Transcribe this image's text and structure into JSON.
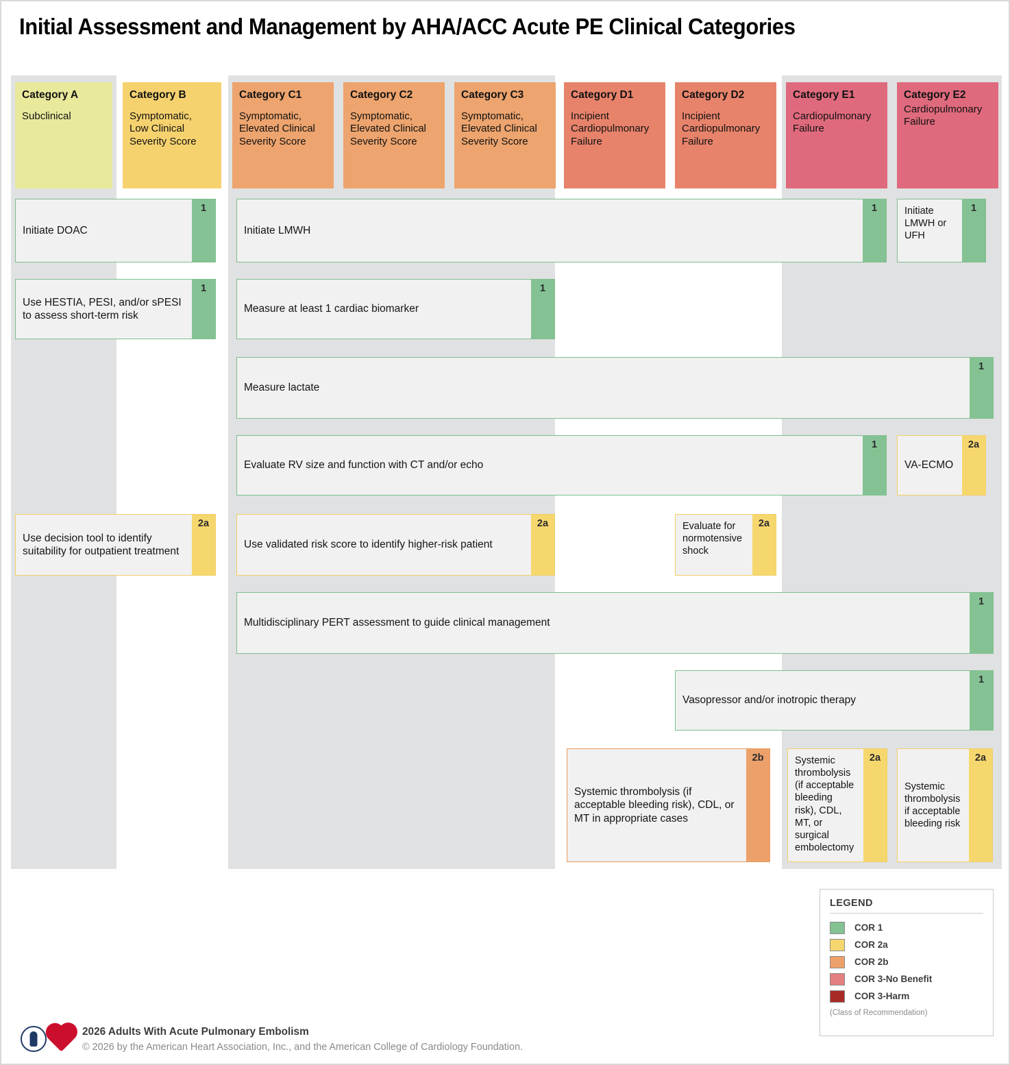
{
  "title": "Initial Assessment and Management by AHA/ACC Acute PE Clinical Categories",
  "colors": {
    "cat_a": "#e9e99c",
    "cat_b": "#f6d26f",
    "cat_c": "#eda46e",
    "cat_d": "#e8836b",
    "cat_e": "#e06a7d",
    "band": "#e0e1e2",
    "cor1": "#84c293",
    "cor2a": "#f6d76e",
    "cor2b": "#eda16a",
    "cor3_no_benefit": "#e48080",
    "cor3_harm": "#a82a26"
  },
  "categories": [
    {
      "id": "a",
      "title": "Category A",
      "desc": "Subclinical"
    },
    {
      "id": "b",
      "title": "Category B",
      "desc": "Symptomatic,\nLow Clinical\nSeverity Score"
    },
    {
      "id": "c1",
      "title": "Category C1",
      "desc": "Symptomatic,\nElevated Clinical\nSeverity Score"
    },
    {
      "id": "c2",
      "title": "Category C2",
      "desc": "Symptomatic,\nElevated Clinical\nSeverity Score"
    },
    {
      "id": "c3",
      "title": "Category C3",
      "desc": "Symptomatic,\nElevated Clinical\nSeverity Score"
    },
    {
      "id": "d1",
      "title": "Category D1",
      "desc": "Incipient\nCardiopulmonary\nFailure"
    },
    {
      "id": "d2",
      "title": "Category D2",
      "desc": "Incipient\nCardiopulmonary\nFailure"
    },
    {
      "id": "e1",
      "title": "Category E1",
      "desc": "Cardiopulmonary\nFailure"
    },
    {
      "id": "e2",
      "title": "Category E2",
      "desc": "Cardiopulmonary\nFailure"
    }
  ],
  "recommendations": [
    {
      "id": "initiate-doac",
      "text": "Initiate DOAC",
      "cor": "1"
    },
    {
      "id": "initiate-lmwh",
      "text": "Initiate LMWH",
      "cor": "1"
    },
    {
      "id": "initiate-lmwh-ufh",
      "text": "Initiate LMWH or UFH",
      "cor": "1"
    },
    {
      "id": "hestia-pesi-spesi",
      "text": "Use HESTIA, PESI, and/or sPESI to assess short-term risk",
      "cor": "1"
    },
    {
      "id": "cardiac-biomarker",
      "text": "Measure at least 1 cardiac biomarker",
      "cor": "1"
    },
    {
      "id": "measure-lactate",
      "text": "Measure lactate",
      "cor": "1"
    },
    {
      "id": "evaluate-rv",
      "text": "Evaluate RV size and function with CT and/or echo",
      "cor": "1"
    },
    {
      "id": "va-ecmo",
      "text": "VA-ECMO",
      "cor": "2a"
    },
    {
      "id": "decision-tool",
      "text": "Use decision tool to identify suitability for outpatient treatment",
      "cor": "2a"
    },
    {
      "id": "validated-risk-score",
      "text": "Use validated risk score to identify higher-risk patient",
      "cor": "2a"
    },
    {
      "id": "normotensive-shock",
      "text": "Evaluate for normotensive shock",
      "cor": "2a"
    },
    {
      "id": "pert-assessment",
      "text": "Multidisciplinary PERT assessment to guide clinical management",
      "cor": "1"
    },
    {
      "id": "vasopressor",
      "text": "Vasopressor and/or inotropic therapy",
      "cor": "1"
    },
    {
      "id": "thrombolysis-d1",
      "text": "Systemic thrombolysis (if acceptable bleeding risk), CDL, or MT in appropriate cases",
      "cor": "2b"
    },
    {
      "id": "thrombolysis-e1",
      "text": "Systemic thrombolysis (if acceptable bleeding risk), CDL, MT, or surgical embolectomy",
      "cor": "2a"
    },
    {
      "id": "thrombolysis-e2",
      "text": "Systemic thrombolysis if acceptable bleeding risk",
      "cor": "2a"
    }
  ],
  "legend": {
    "title": "LEGEND",
    "note": "(Class of Recommendation)",
    "items": [
      {
        "label": "COR 1",
        "color": "#84c293"
      },
      {
        "label": "COR 2a",
        "color": "#f6d76e"
      },
      {
        "label": "COR 2b",
        "color": "#eda16a"
      },
      {
        "label": "COR 3-No Benefit",
        "color": "#e48080"
      },
      {
        "label": "COR 3-Harm",
        "color": "#a82a26"
      }
    ]
  },
  "footer": {
    "line1": "2026 Adults With Acute Pulmonary Embolism",
    "line2": "© 2026 by the American Heart Association, Inc., and the American College of Cardiology Foundation."
  }
}
